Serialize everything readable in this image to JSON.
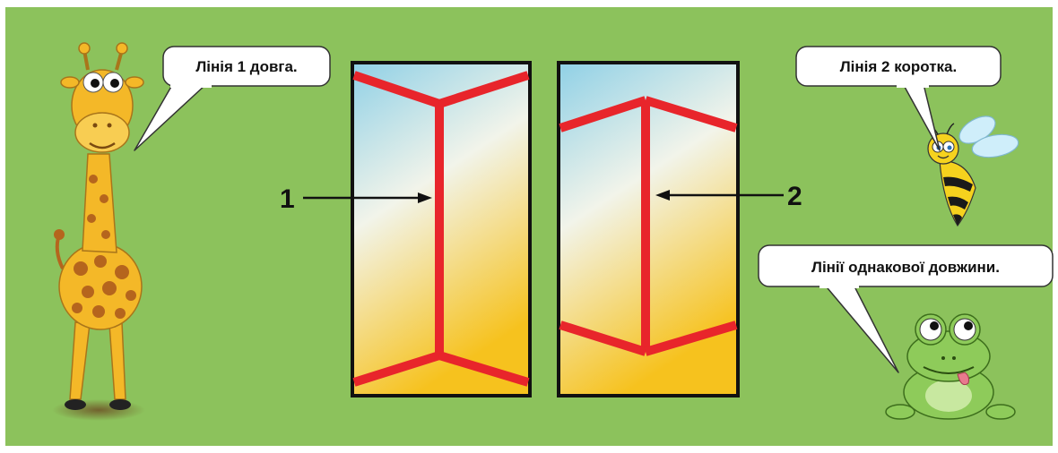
{
  "illusion": {
    "label_1": "1",
    "label_2": "2",
    "line_color": "#e8252b",
    "frame_color": "#111111"
  },
  "bubbles": {
    "giraffe": "Лінія 1 довга.",
    "bee": "Лінія 2 коротка.",
    "frog": "Лінії однакової довжини."
  },
  "colors": {
    "background": "#8cc25c",
    "sky": "#8fd0e6",
    "sun": "#f6c21e",
    "giraffe": "#f4b828",
    "spots": "#b5651d",
    "bee_stripe": "#1a1a1a",
    "frog": "#8ecb5a"
  },
  "characters": [
    "giraffe-icon",
    "bee-icon",
    "frog-icon"
  ]
}
